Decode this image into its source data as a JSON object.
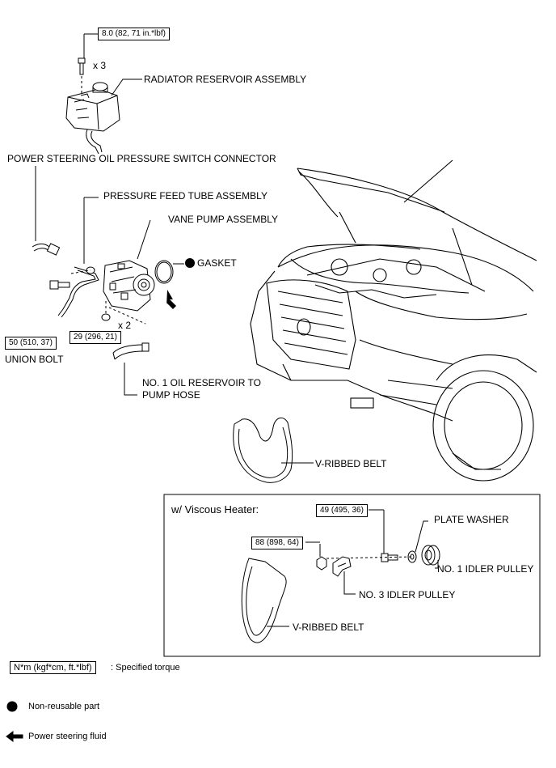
{
  "labels": {
    "radiator_reservoir": "RADIATOR RESERVOIR ASSEMBLY",
    "ps_switch_connector": "POWER STEERING OIL PRESSURE SWITCH CONNECTOR",
    "pressure_feed_tube": "PRESSURE FEED TUBE ASSEMBLY",
    "vane_pump": "VANE PUMP ASSEMBLY",
    "gasket": "GASKET",
    "union_bolt": "UNION BOLT",
    "oil_reservoir_hose_1": "NO. 1 OIL RESERVOIR TO",
    "oil_reservoir_hose_2": "PUMP HOSE",
    "v_ribbed_belt": "V-RIBBED BELT",
    "viscous_heater_title": "w/ Viscous Heater:",
    "plate_washer": "PLATE WASHER",
    "no1_idler_pulley": "NO. 1 IDLER PULLEY",
    "no3_idler_pulley": "NO. 3 IDLER PULLEY",
    "v_ribbed_belt_2": "V-RIBBED BELT"
  },
  "quantities": {
    "reservoir_bolts": "x 3",
    "pump_nuts": "x 2"
  },
  "torques": {
    "reservoir": "8.0 (82, 71 in.*lbf)",
    "union_bolt": "50 (510, 37)",
    "pump": "29 (296, 21)",
    "heater_bolt_49": "49 (495, 36)",
    "heater_nut_88": "88 (898, 64)"
  },
  "legend": {
    "torque_unit": "N*m (kgf*cm, ft.*lbf)",
    "torque_desc": ": Specified torque",
    "nonreusable": "Non-reusable part",
    "fluid": "Power steering fluid"
  }
}
